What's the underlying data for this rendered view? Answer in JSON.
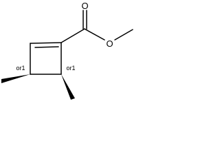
{
  "molecule": {
    "atoms": {
      "carbonyl_oxygen": "O",
      "ester_oxygen": "O"
    },
    "stereo_labels": {
      "c3": "or1",
      "c4": "or1"
    }
  }
}
